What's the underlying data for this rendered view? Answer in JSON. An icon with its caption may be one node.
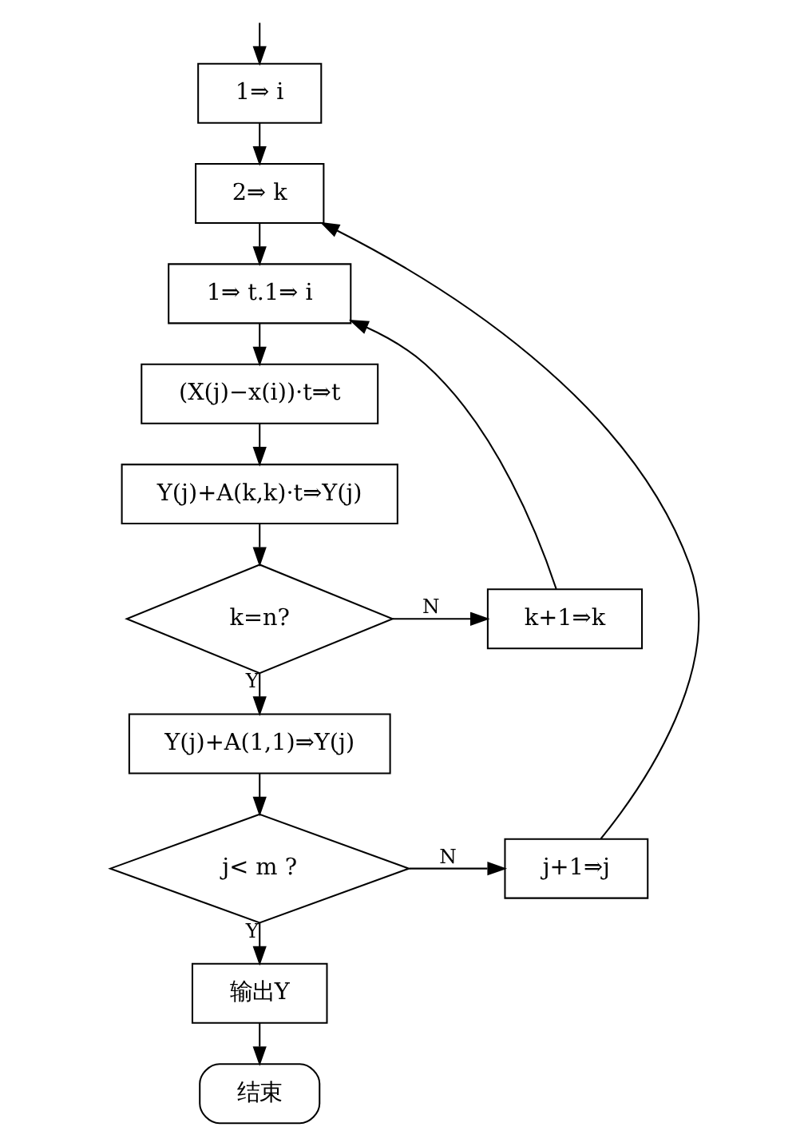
{
  "diagram": {
    "nodes": [
      {
        "text": [
          "1⇒ i"
        ]
      },
      {
        "text": [
          "2⇒ k"
        ]
      },
      {
        "text": [
          "1⇒ t.1⇒ i"
        ]
      },
      {
        "text": [
          "(X(j)−x(i))·t⇒t"
        ]
      },
      {
        "text": [
          "Y(j)+A(k,k)·t⇒Y(j)"
        ]
      },
      {
        "text": [
          "k=n?"
        ]
      },
      {
        "text": [
          "k+1⇒k"
        ]
      },
      {
        "text": [
          "Y(j)+A(1,1)⇒Y(j)"
        ]
      },
      {
        "text": [
          "j< m ?"
        ]
      },
      {
        "text": [
          "j+1⇒j"
        ]
      },
      {
        "text": [
          "输出Y"
        ]
      },
      {
        "text": [
          "结束"
        ]
      }
    ],
    "edges": [
      {
        "from": null,
        "to": 0,
        "arrow": "to"
      },
      {
        "from": 0,
        "to": 1,
        "arrow": "to"
      },
      {
        "from": 1,
        "to": 2,
        "arrow": "to"
      },
      {
        "from": 2,
        "to": 3,
        "arrow": "to"
      },
      {
        "from": 3,
        "to": 4,
        "arrow": "to"
      },
      {
        "from": 4,
        "to": 5,
        "arrow": "to"
      },
      {
        "from": 5,
        "to": 6,
        "arrow": "to",
        "label": "N"
      },
      {
        "from": 6,
        "to": 2,
        "arrow": "to"
      },
      {
        "from": 5,
        "to": 7,
        "arrow": "to",
        "label": "Y"
      },
      {
        "from": 7,
        "to": 8,
        "arrow": "to"
      },
      {
        "from": 8,
        "to": 9,
        "arrow": "to",
        "label": "N"
      },
      {
        "from": 9,
        "to": 1,
        "arrow": "to"
      },
      {
        "from": 8,
        "to": 10,
        "arrow": "to",
        "label": "Y"
      },
      {
        "from": 10,
        "to": 11,
        "arrow": "to"
      }
    ]
  }
}
